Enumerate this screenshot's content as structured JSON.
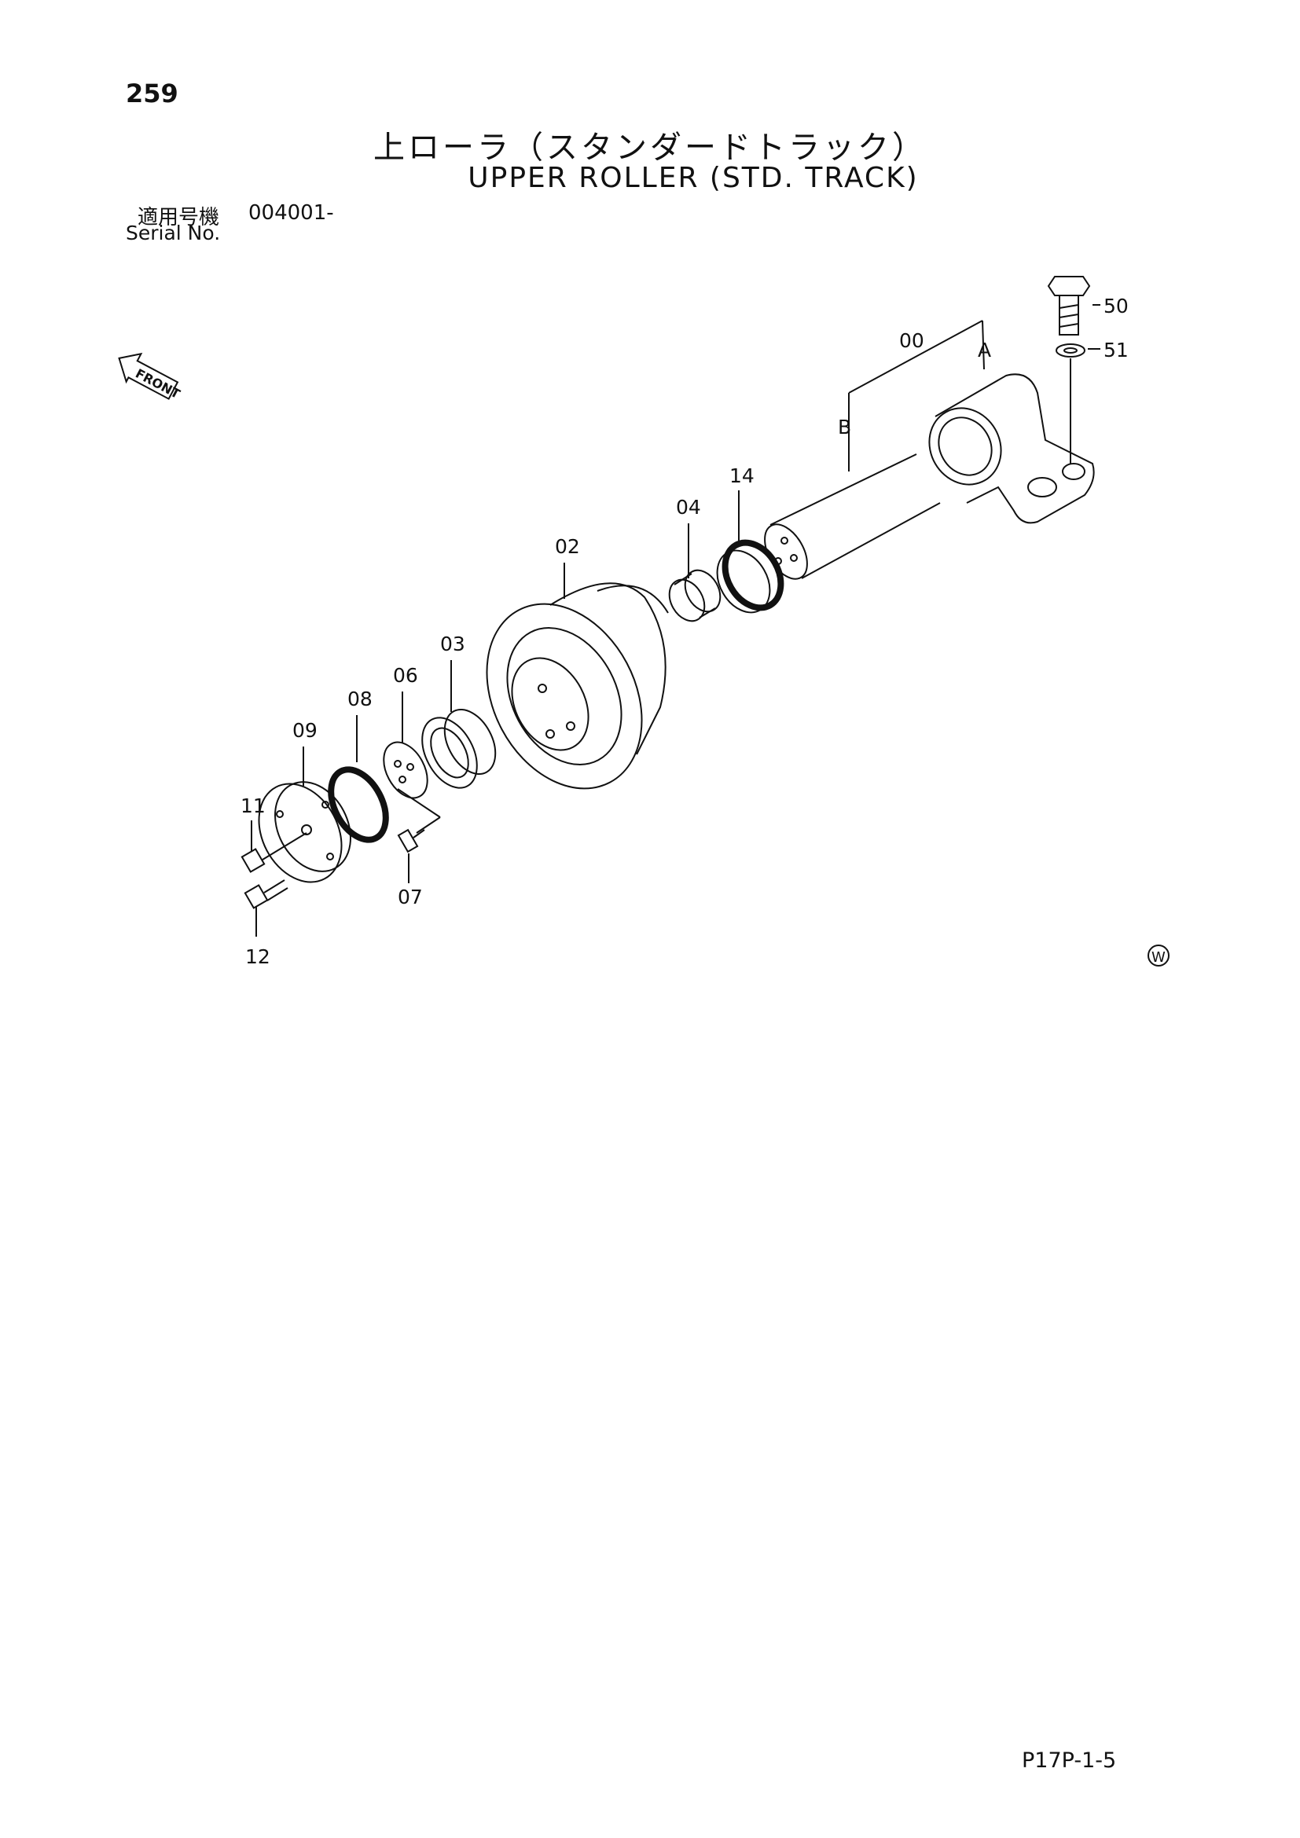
{
  "header": {
    "page_number": "259",
    "title_ja": "上ローラ（スタンダードトラック）",
    "title_en": "UPPER ROLLER (STD. TRACK)",
    "serial_label_ja": "適用号機",
    "serial_range": "004001-",
    "serial_label_en": "Serial No."
  },
  "diagram": {
    "front_marker": "FRONT",
    "callouts": {
      "c00": "00",
      "cA": "A",
      "cB": "B",
      "c02": "02",
      "c03": "03",
      "c04": "04",
      "c06": "06",
      "c07": "07",
      "c08": "08",
      "c09": "09",
      "c11": "11",
      "c12": "12",
      "c14": "14",
      "c50": "50",
      "c51": "51"
    },
    "brand_mark": "W"
  },
  "footer": {
    "code": "P17P-1-5"
  }
}
